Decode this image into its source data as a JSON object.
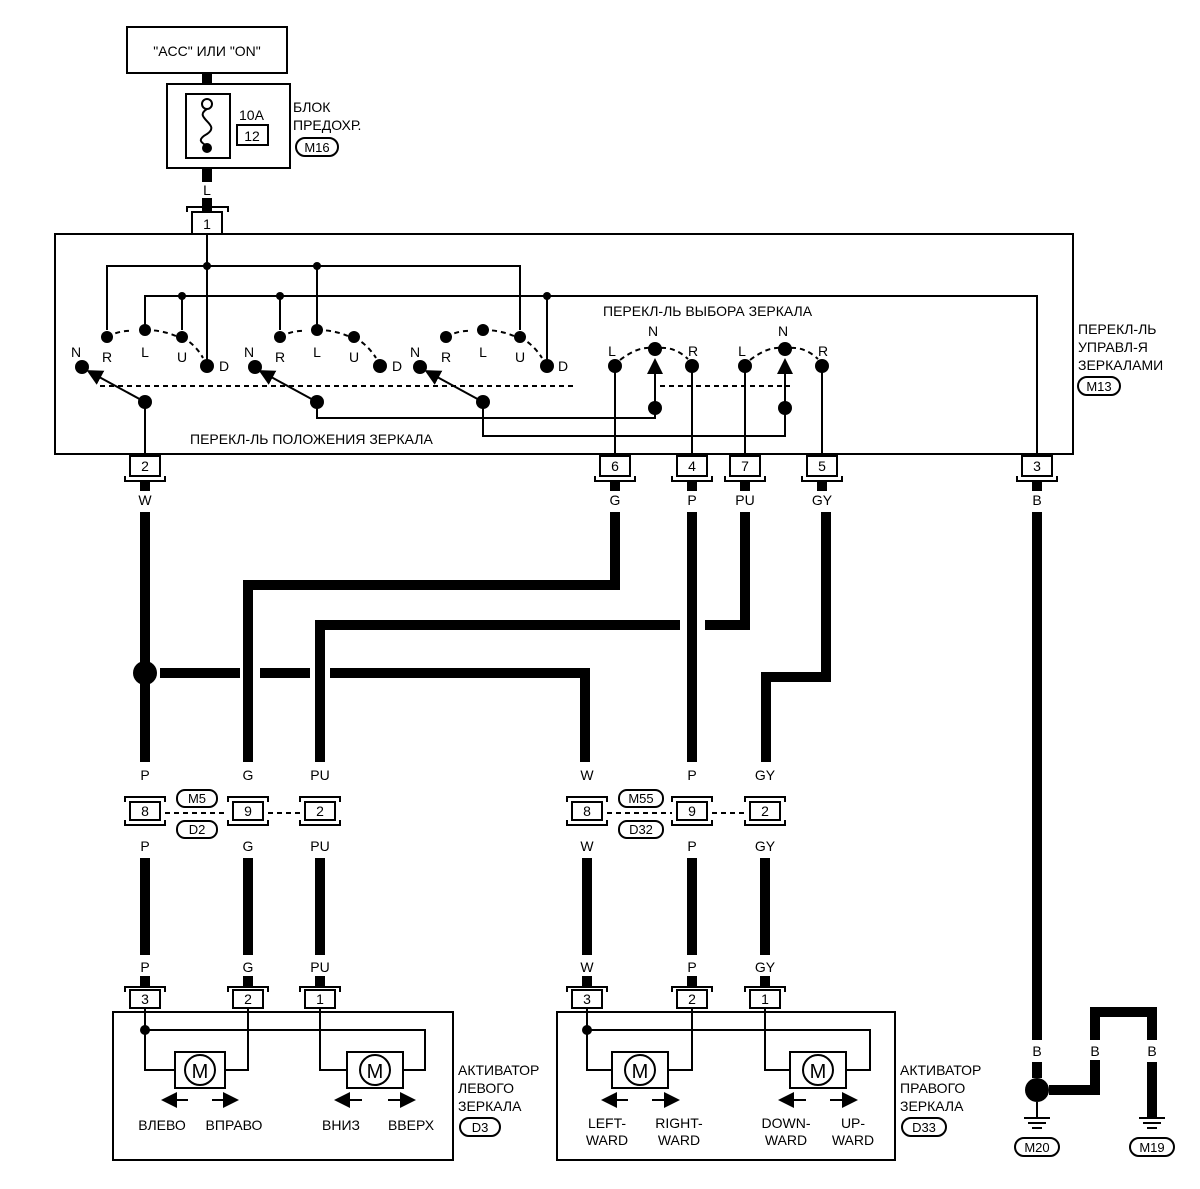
{
  "power": {
    "source": "\"ACC\" ИЛИ \"ON\""
  },
  "fuse": {
    "amp": "10A",
    "number": "12",
    "label_line1": "БЛОК",
    "label_line2": "ПРЕДОХР.",
    "connector": "M16",
    "wire": "L"
  },
  "switch": {
    "label_line1": "ПЕРЕКЛ-ЛЬ",
    "label_line2": "УПРАВЛ-Я",
    "label_line3": "ЗЕРКАЛАМИ",
    "connector": "M13",
    "selector_title": "ПЕРЕКЛ-ЛЬ ВЫБОРА ЗЕРКАЛА",
    "position_title": "ПЕРЕКЛ-ЛЬ ПОЛОЖЕНИЯ ЗЕРКАЛА",
    "top_pin": "1",
    "contact_labels": [
      "N",
      "R",
      "L",
      "U",
      "D"
    ],
    "selector_labels": [
      "L",
      "N",
      "R"
    ],
    "pins": [
      {
        "pin": "2",
        "wire": "W"
      },
      {
        "pin": "6",
        "wire": "G"
      },
      {
        "pin": "4",
        "wire": "P"
      },
      {
        "pin": "7",
        "wire": "PU"
      },
      {
        "pin": "5",
        "wire": "GY"
      },
      {
        "pin": "3",
        "wire": "B"
      }
    ]
  },
  "left_joint": {
    "connector_top": "M5",
    "connector_bottom": "D2",
    "pins": [
      {
        "pin": "8",
        "wire": "P"
      },
      {
        "pin": "9",
        "wire": "G"
      },
      {
        "pin": "2",
        "wire": "PU"
      }
    ]
  },
  "right_joint": {
    "connector_top": "M55",
    "connector_bottom": "D32",
    "pins": [
      {
        "pin": "8",
        "wire": "W"
      },
      {
        "pin": "9",
        "wire": "P"
      },
      {
        "pin": "2",
        "wire": "GY"
      }
    ]
  },
  "left_actuator": {
    "label_line1": "АКТИВАТОР",
    "label_line2": "ЛЕВОГО",
    "label_line3": "ЗЕРКАЛА",
    "connector": "D3",
    "motor": "M",
    "pins": [
      {
        "pin": "3",
        "wire": "P"
      },
      {
        "pin": "2",
        "wire": "G"
      },
      {
        "pin": "1",
        "wire": "PU"
      }
    ],
    "dir_left": "ВЛЕВО",
    "dir_right": "ВПРАВО",
    "dir_down": "ВНИЗ",
    "dir_up": "ВВЕРХ"
  },
  "right_actuator": {
    "label_line1": "АКТИВАТОР",
    "label_line2": "ПРАВОГО",
    "label_line3": "ЗЕРКАЛА",
    "connector": "D33",
    "motor": "M",
    "pins": [
      {
        "pin": "3",
        "wire": "W"
      },
      {
        "pin": "2",
        "wire": "P"
      },
      {
        "pin": "1",
        "wire": "GY"
      }
    ],
    "dir_left_1": "LEFT-",
    "dir_left_2": "WARD",
    "dir_right_1": "RIGHT-",
    "dir_right_2": "WARD",
    "dir_down_1": "DOWN-",
    "dir_down_2": "WARD",
    "dir_up_1": "UP-",
    "dir_up_2": "WARD"
  },
  "grounds": [
    {
      "connector": "M20",
      "wire": "B"
    },
    {
      "connector": "M19",
      "wire": "B"
    }
  ],
  "ground_wire_extra": "B"
}
